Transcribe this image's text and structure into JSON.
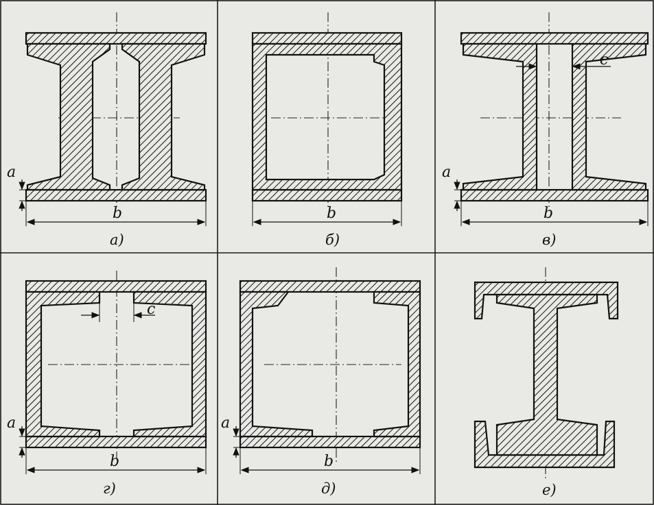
{
  "figure": {
    "panels": [
      {
        "id": "a",
        "label": "а)",
        "dim_width": "b",
        "dim_thickness": "a"
      },
      {
        "id": "b",
        "label": "б)",
        "dim_width": "b"
      },
      {
        "id": "v",
        "label": "в)",
        "dim_width": "b",
        "dim_thickness": "a",
        "dim_gap": "c"
      },
      {
        "id": "g",
        "label": "г)",
        "dim_width": "b",
        "dim_thickness": "a",
        "dim_gap": "c"
      },
      {
        "id": "d",
        "label": "д)",
        "dim_width": "b",
        "dim_thickness": "a"
      },
      {
        "id": "e",
        "label": "е)"
      }
    ],
    "colors": {
      "ink": "#111111",
      "paper": "#e9e9e5"
    }
  }
}
